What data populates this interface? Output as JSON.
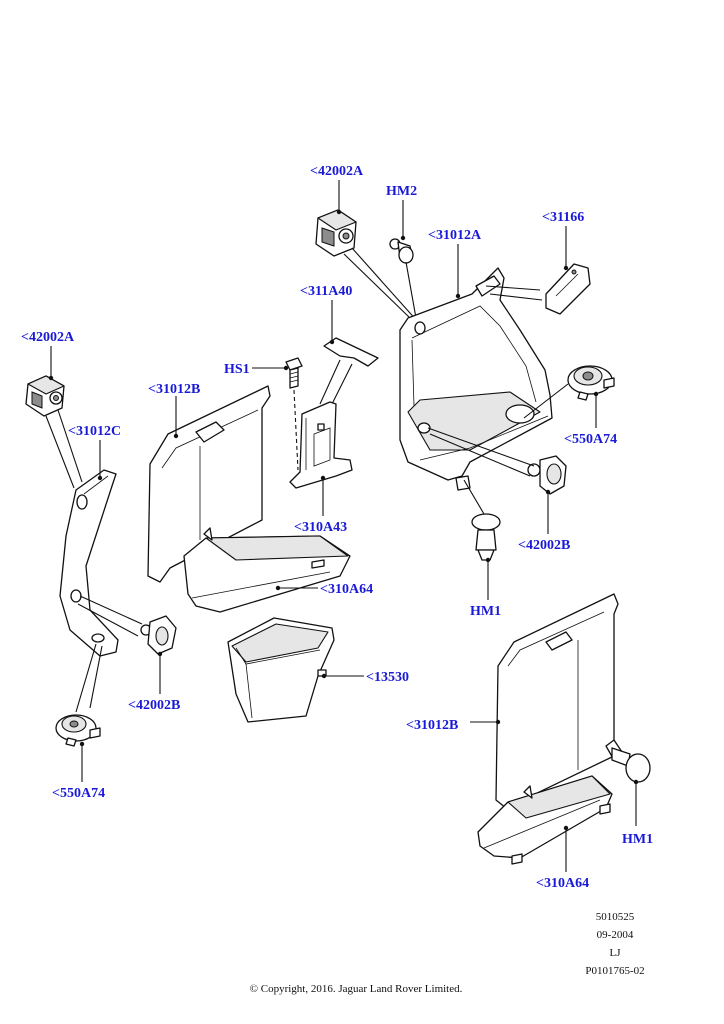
{
  "callouts": {
    "c42002A_top": "<42002A",
    "hm2": "HM2",
    "c31012A": "<31012A",
    "c31166": "<31166",
    "c311A40": "<311A40",
    "c42002A_left": "<42002A",
    "hs1": "HS1",
    "c31012B_left": "<31012B",
    "c31012C": "<31012C",
    "c550A74_right": "<550A74",
    "c310A43": "<310A43",
    "c42002B_right": "<42002B",
    "c310A64_mid": "<310A64",
    "hm1_mid": "HM1",
    "c13530": "<13530",
    "c42002B_left": "<42002B",
    "c31012B_right": "<31012B",
    "c550A74_left": "<550A74",
    "hm1_right": "HM1",
    "c310A64_bottom": "<310A64"
  },
  "footer": {
    "code": "5010525",
    "date": "09-2004",
    "initials": "LJ",
    "ref": "P0101765-02",
    "copyright": "© Copyright, 2016. Jaguar Land Rover Limited."
  }
}
